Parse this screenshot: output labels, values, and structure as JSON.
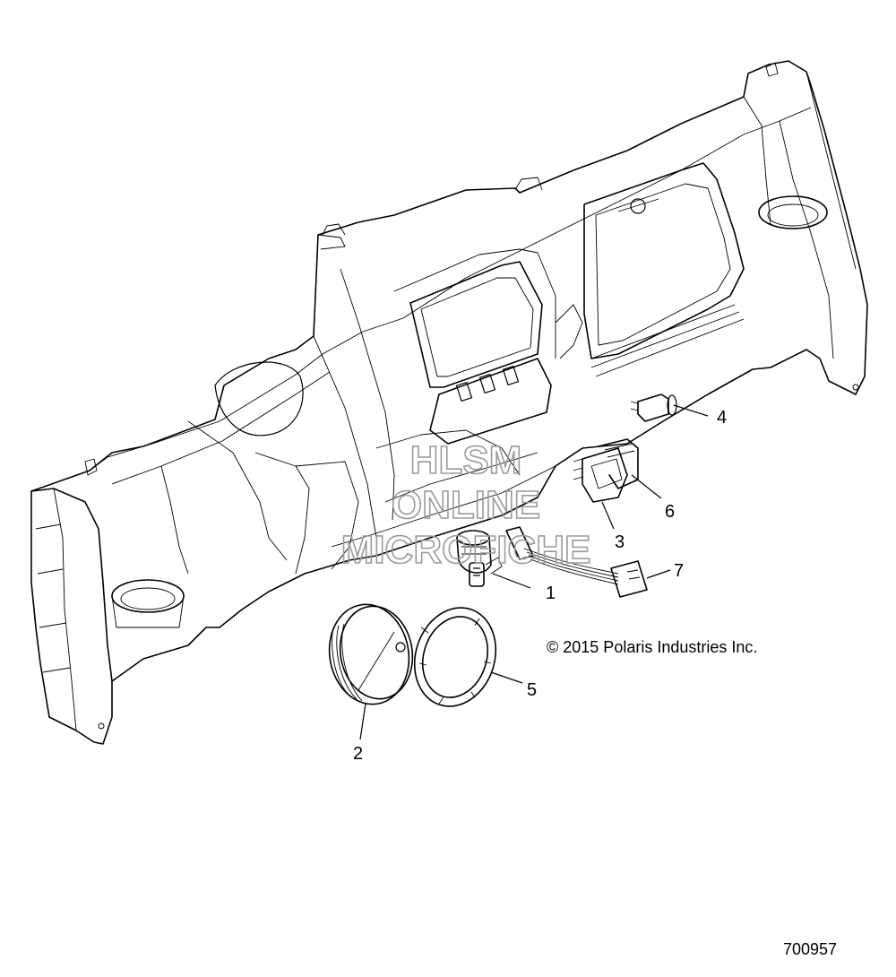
{
  "watermark": {
    "line1": "HLSM",
    "line2": "ONLINE",
    "line3": "MICROFICHE"
  },
  "callouts": [
    "1",
    "2",
    "3",
    "4",
    "5",
    "6",
    "7"
  ],
  "copyright": "© 2015 Polaris Industries Inc.",
  "figure_number": "700957"
}
